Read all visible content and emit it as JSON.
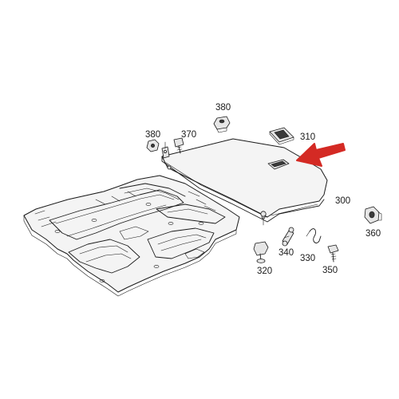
{
  "diagram": {
    "labels": {
      "part_300": "300",
      "part_310": "310",
      "part_320": "320",
      "part_330": "330",
      "part_340": "340",
      "part_350": "350",
      "part_360": "360",
      "part_370": "370",
      "part_380_left": "380",
      "part_380_top": "380"
    },
    "colors": {
      "line": "#1a1a1a",
      "callout_arrow": "#d42a24",
      "background": "#ffffff"
    }
  }
}
